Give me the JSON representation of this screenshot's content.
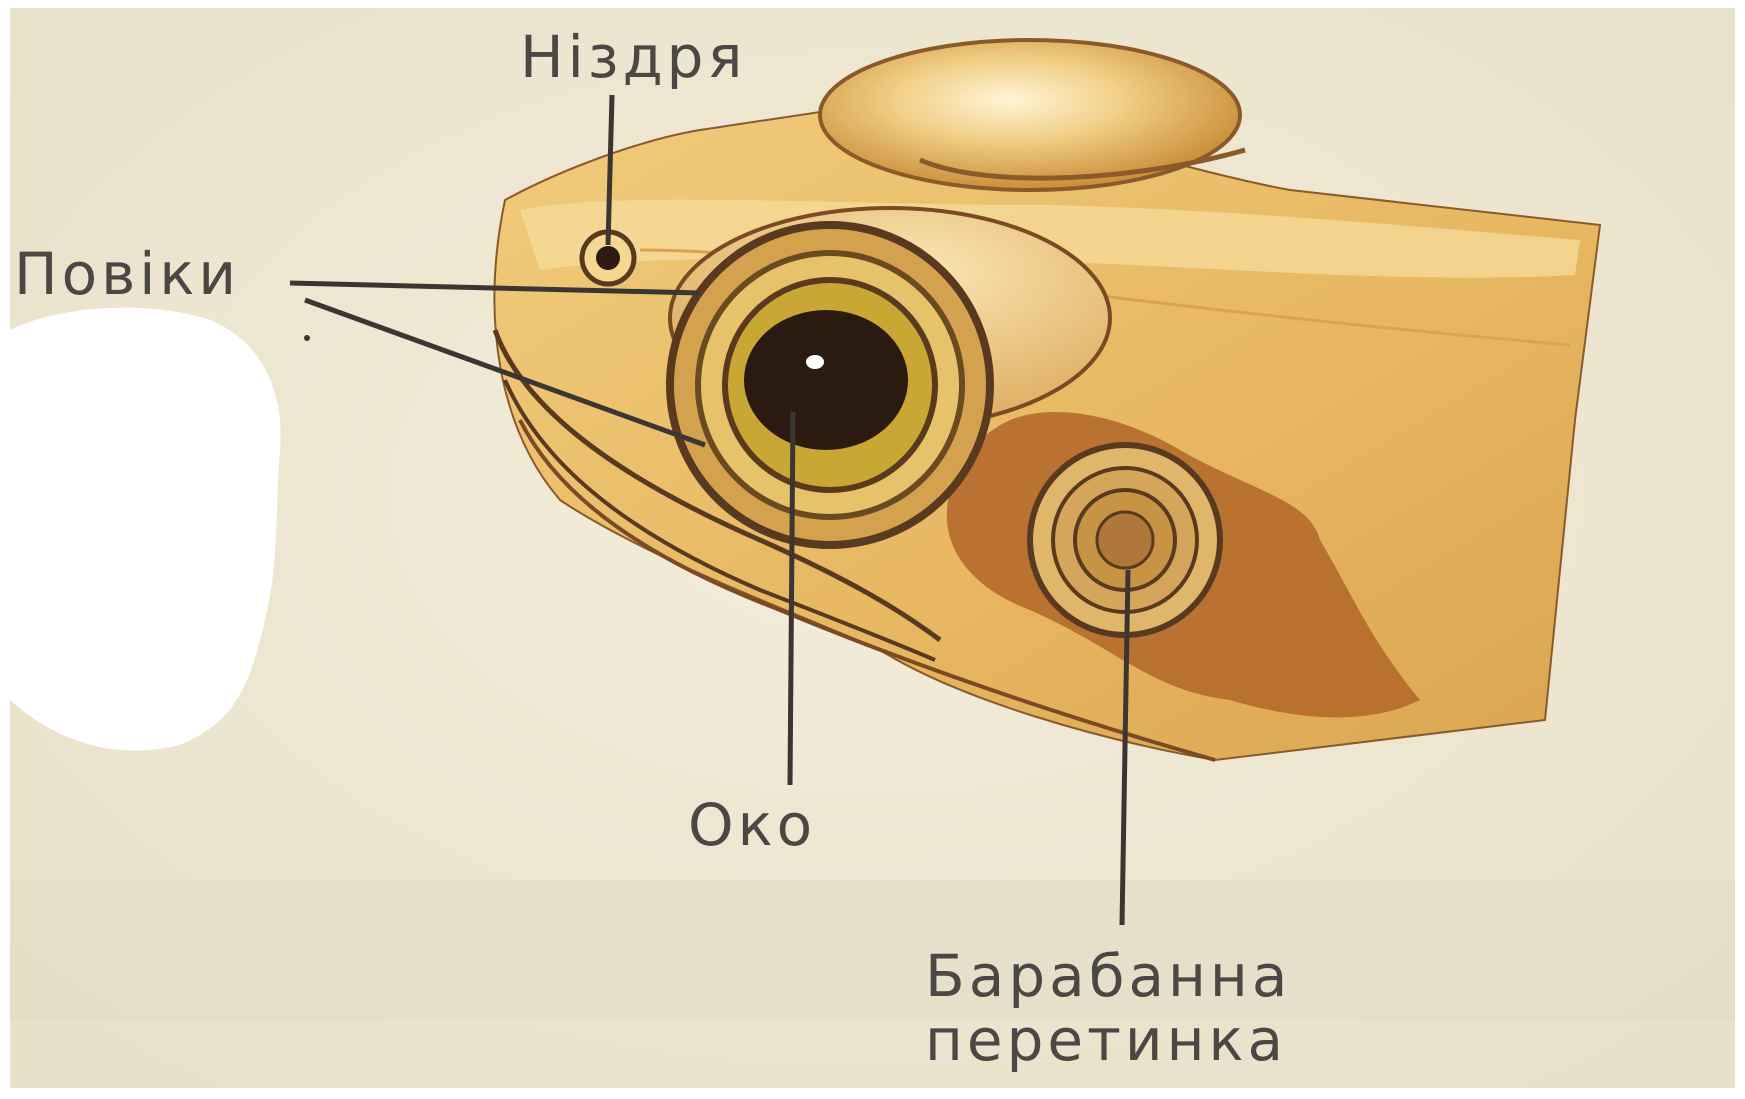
{
  "figure": {
    "labels": {
      "nostril": "Ніздря",
      "eyelids": "Повіки",
      "eye": "Око",
      "tympanum_line1": "Барабанна",
      "tympanum_line2": "перетинка"
    },
    "colors": {
      "paper": "#efe8d4",
      "skin": "#e6b860",
      "skin_light": "#f3d78e",
      "skin_shadow": "#c9913c",
      "patch": "#b56a2c",
      "outline": "#5a3a1e",
      "pupil": "#2a1a10",
      "iris": "#c9a735",
      "label_text": "#4a4744",
      "leader_line": "#3b3632"
    }
  }
}
